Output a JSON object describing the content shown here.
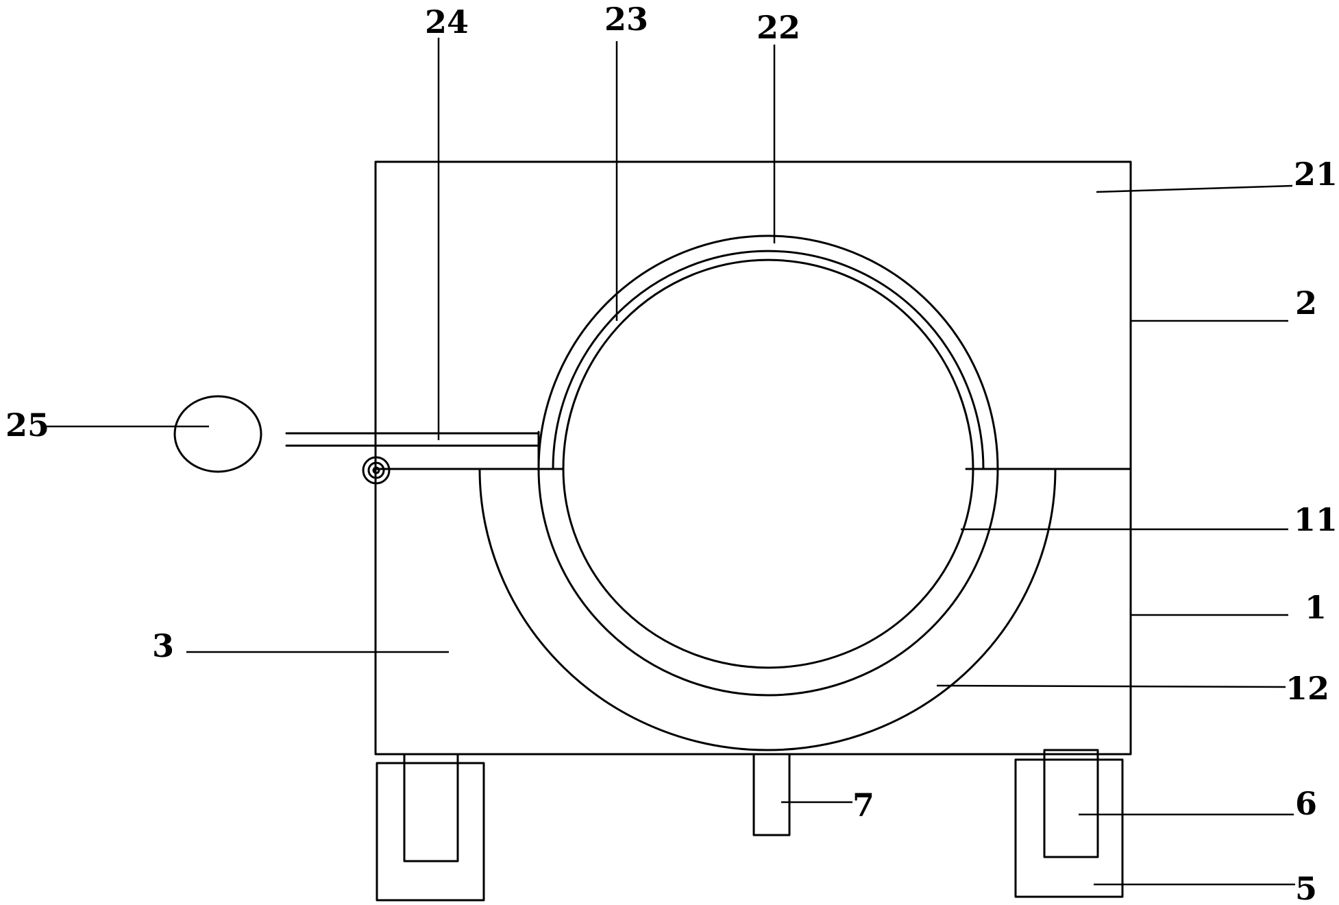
{
  "labels": {
    "l25": "25",
    "l24": "24",
    "l23": "23",
    "l22": "22",
    "l21": "21",
    "l2": "2",
    "l11": "11",
    "l1": "1",
    "l3": "3",
    "l12": "12",
    "l7": "7",
    "l6": "6",
    "l5": "5"
  }
}
